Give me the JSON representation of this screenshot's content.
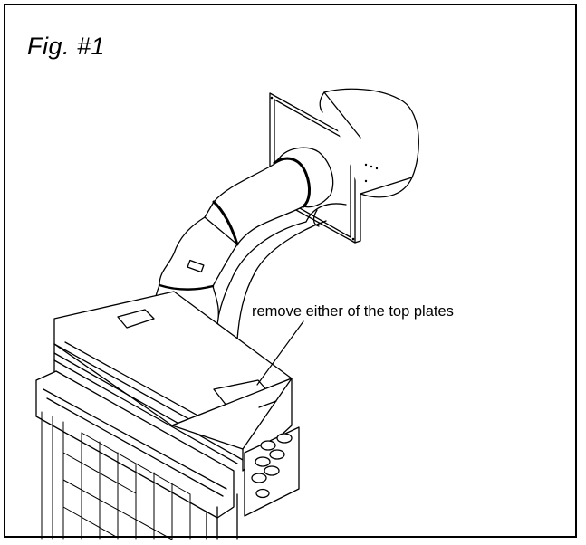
{
  "figure": {
    "title": "Fig. #1",
    "callout": "remove either of the top plates"
  },
  "colors": {
    "line": "#000000",
    "paper": "#ffffff"
  },
  "icons": {
    "drawing": "fireplace-venting-assembly-illustration"
  }
}
